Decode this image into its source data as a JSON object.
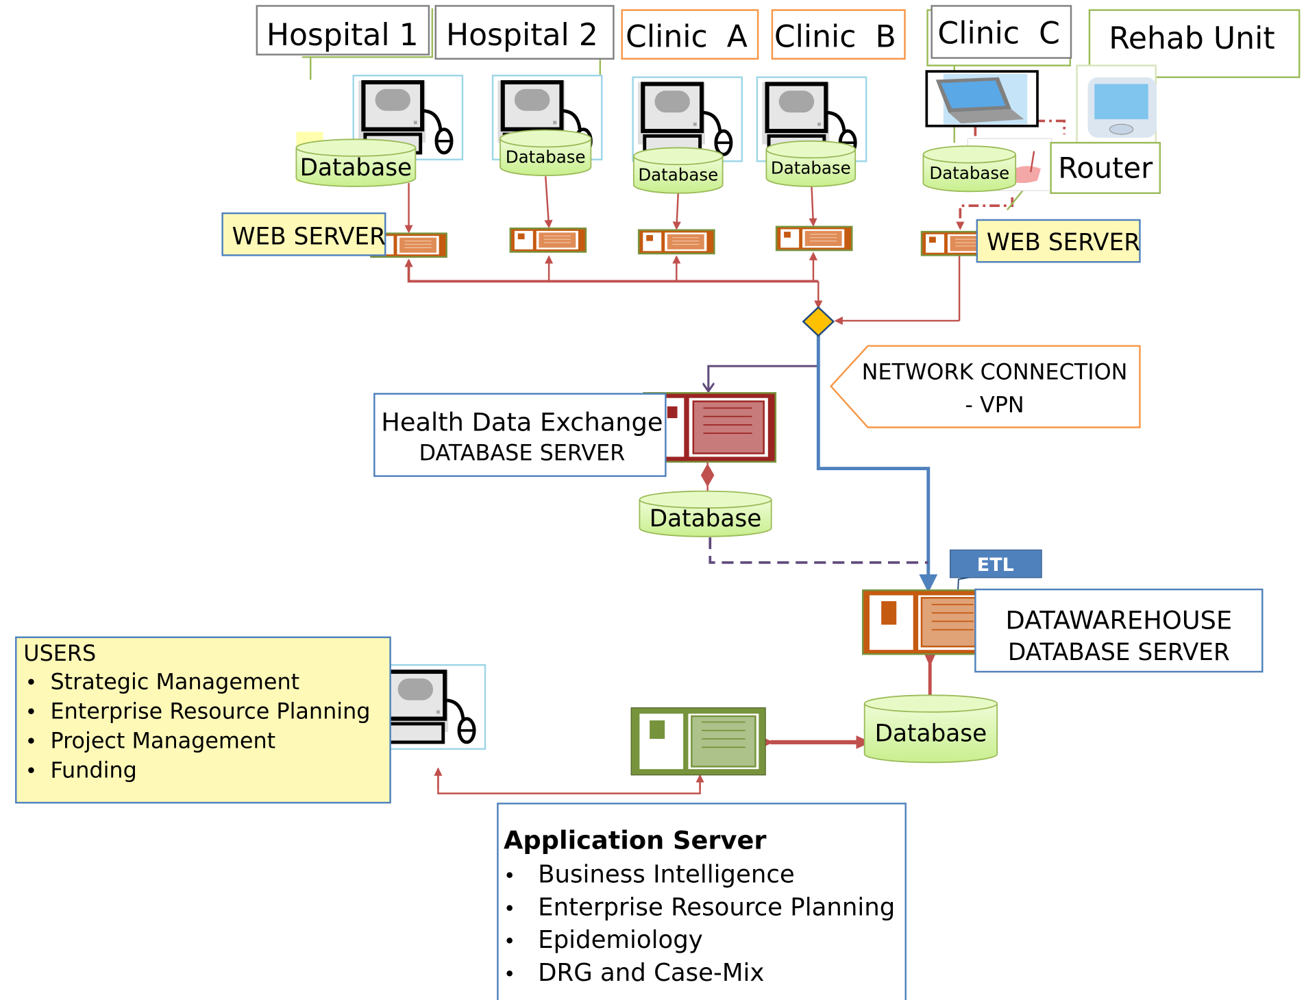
{
  "sites": [
    {
      "label": "Hospital 1",
      "device": "desktop"
    },
    {
      "label": "Hospital 2",
      "device": "desktop"
    },
    {
      "label": "Clinic  A",
      "device": "desktop"
    },
    {
      "label": "Clinic  B",
      "device": "desktop"
    },
    {
      "label": "Clinic  C",
      "device": "laptop"
    },
    {
      "label": "Rehab Unit",
      "device": "pda"
    }
  ],
  "router_label": "Router",
  "database_label": "Database",
  "web_server_left": "WEB SERVER",
  "web_server_right": "WEB SERVER",
  "network_connection": {
    "line1": "NETWORK CONNECTION",
    "line2": "- VPN"
  },
  "hde": {
    "title": "Health Data Exchange",
    "subtitle": "DATABASE SERVER"
  },
  "etl_label": "ETL",
  "datawarehouse": {
    "title": "DATAWAREHOUSE",
    "subtitle": "DATABASE SERVER"
  },
  "users": {
    "title": "USERS",
    "items": [
      "Strategic Management",
      "Enterprise Resource Planning",
      "Project Management",
      "Funding"
    ]
  },
  "app_server": {
    "title": "Application Server",
    "items": [
      "Business Intelligence",
      "Enterprise Resource Planning",
      "Epidemiology",
      "DRG and Case-Mix"
    ]
  },
  "colors": {
    "link_red": "#c0504d",
    "vpn_blue": "#4f81bd",
    "hde_purple": "#604a7b",
    "hub_yellow": "#ffc000",
    "db_green": "#d7f5a8",
    "server_orange": "#c55a11",
    "hde_red": "#9b2423",
    "app_green": "#77933c",
    "callout_orange": "#f79646",
    "users_yellow": "#fff9b8"
  }
}
